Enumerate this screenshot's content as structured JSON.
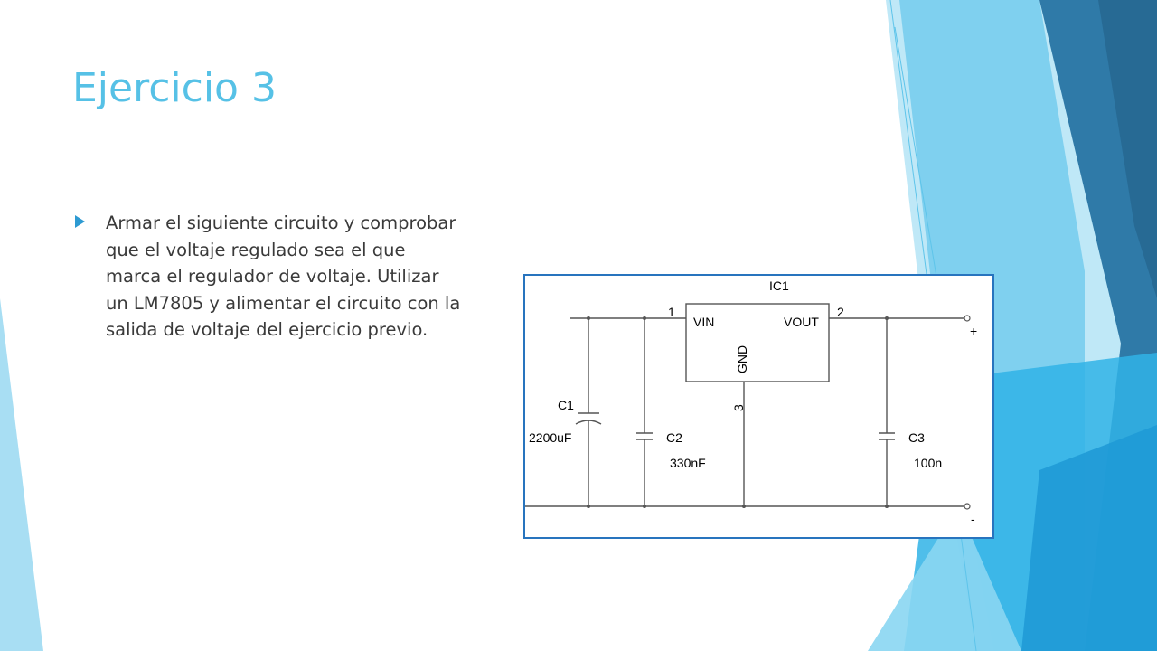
{
  "slide": {
    "title": "Ejercicio 3",
    "bullets": [
      {
        "icon": "triangle-bullet-icon",
        "text": "Armar el siguiente circuito y comprobar que el voltaje regulado sea el que marca el regulador de voltaje. Utilizar un LM7805 y alimentar el circuito con la salida de voltaje del ejercicio previo."
      }
    ],
    "accent_colors": [
      "#56c1e6",
      "#2d9ad2",
      "#2874be",
      "#1f6ea3"
    ]
  },
  "circuit": {
    "ic_label": "IC1",
    "pin_vin": "VIN",
    "pin_vout": "VOUT",
    "pin_gnd": "GND",
    "pin1": "1",
    "pin2": "2",
    "pin3": "3",
    "c1_name": "C1",
    "c1_value": "2200uF",
    "c2_name": "C2",
    "c2_value": "330nF",
    "c3_name": "C3",
    "c3_value": "100n",
    "plus": "+",
    "minus": "-"
  }
}
